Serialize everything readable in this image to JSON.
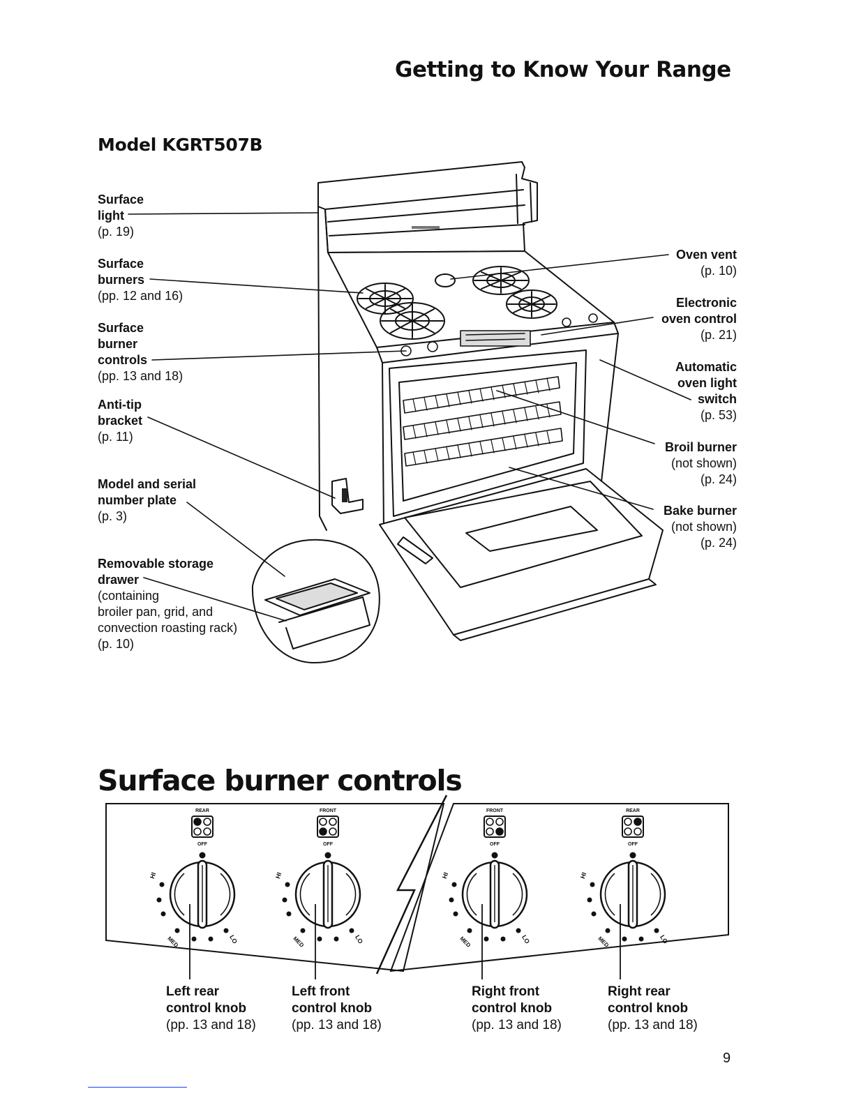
{
  "header": {
    "title": "Getting to Know Your Range",
    "model": "Model KGRT507B"
  },
  "left_callouts": [
    {
      "lines": [
        "Surface",
        "light"
      ],
      "ref": "(p. 19)"
    },
    {
      "lines": [
        "Surface",
        "burners"
      ],
      "ref": "(pp. 12 and 16)"
    },
    {
      "lines": [
        "Surface",
        "burner",
        "controls"
      ],
      "ref": "(pp. 13 and 18)"
    },
    {
      "lines": [
        "Anti-tip",
        "bracket"
      ],
      "ref": "(p. 11)"
    },
    {
      "lines": [
        "Model and serial",
        "number plate"
      ],
      "ref": "(p. 3)"
    },
    {
      "lines": [
        "Removable storage",
        "drawer"
      ],
      "ref_lines": [
        "(containing",
        "broiler pan, grid, and",
        "convection roasting rack)",
        "(p. 10)"
      ]
    }
  ],
  "right_callouts": [
    {
      "lines": [
        "Oven vent"
      ],
      "ref_lines": [
        "(p. 10)"
      ]
    },
    {
      "lines": [
        "Electronic",
        "oven control"
      ],
      "ref_lines": [
        "(p. 21)"
      ]
    },
    {
      "lines": [
        "Automatic",
        "oven light",
        "switch"
      ],
      "ref_lines": [
        "(p. 53)"
      ]
    },
    {
      "lines": [
        "Broil burner"
      ],
      "ref_lines": [
        "(not shown)",
        "(p. 24)"
      ]
    },
    {
      "lines": [
        "Bake burner"
      ],
      "ref_lines": [
        "(not shown)",
        "(p. 24)"
      ]
    }
  ],
  "controls_section": {
    "title": "Surface burner controls",
    "indicator_labels": [
      "REAR",
      "FRONT",
      "FRONT",
      "REAR"
    ],
    "off_label": "OFF",
    "dial_labels": {
      "hi": "HI",
      "med": "MED",
      "lo": "LO"
    },
    "knobs": [
      {
        "name": "Left rear",
        "line2": "control knob",
        "ref": "(pp. 13 and 18)"
      },
      {
        "name": "Left front",
        "line2": "control knob",
        "ref": "(pp. 13 and 18)"
      },
      {
        "name": "Right front",
        "line2": "control knob",
        "ref": "(pp. 13 and 18)"
      },
      {
        "name": "Right rear",
        "line2": "control knob",
        "ref": "(pp. 13 and 18)"
      }
    ]
  },
  "page_number": "9"
}
